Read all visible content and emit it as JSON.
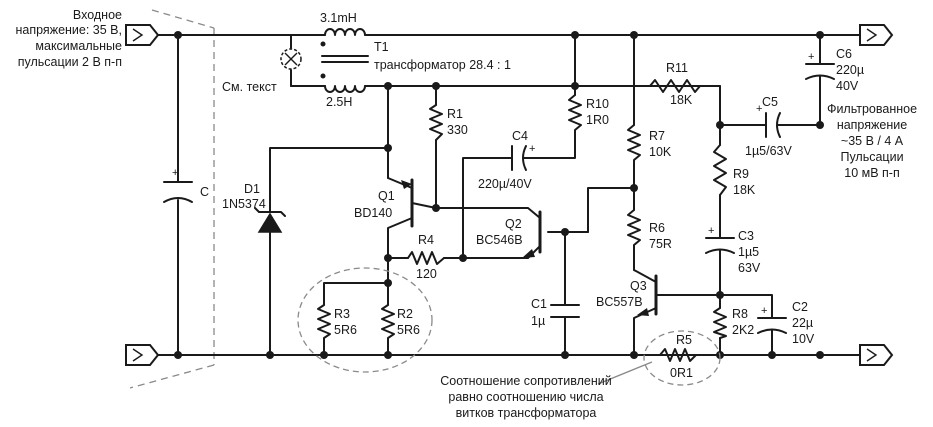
{
  "input": {
    "line1": "Входное",
    "line2": "напряжение: 35 В,",
    "line3": "максимальные",
    "line4": "пульсации 2 В п-п"
  },
  "output": {
    "line1": "Фильтрованное",
    "line2": "напряжение",
    "line3": "~35 В / 4 А",
    "line4": "Пульсации",
    "line5": "10 мВ п-п"
  },
  "note_see_text": "См. текст",
  "transformer": {
    "l1": "3.1mH",
    "l2": "2.5H",
    "name": "T1",
    "desc": "трансформатор 28.4 : 1"
  },
  "components": {
    "C": {
      "name": "C"
    },
    "D1": {
      "name": "D1",
      "part": "1N5374"
    },
    "Q1": {
      "name": "Q1",
      "part": "BD140"
    },
    "Q2": {
      "name": "Q2",
      "part": "BC546B"
    },
    "Q3": {
      "name": "Q3",
      "part": "BC557B"
    },
    "R1": {
      "name": "R1",
      "value": "330"
    },
    "R2": {
      "name": "R2",
      "value": "5R6"
    },
    "R3": {
      "name": "R3",
      "value": "5R6"
    },
    "R4": {
      "name": "R4",
      "value": "120"
    },
    "R5": {
      "name": "R5",
      "value": "0R1"
    },
    "R6": {
      "name": "R6",
      "value": "75R"
    },
    "R7": {
      "name": "R7",
      "value": "10K"
    },
    "R8": {
      "name": "R8",
      "value": "2K2"
    },
    "R9": {
      "name": "R9",
      "value": "18K"
    },
    "R10": {
      "name": "R10",
      "value": "1R0"
    },
    "R11": {
      "name": "R11",
      "value": "18K"
    },
    "C1": {
      "name": "C1",
      "value": "1µ"
    },
    "C2": {
      "name": "C2",
      "value": "22µ",
      "voltage": "10V"
    },
    "C3": {
      "name": "C3",
      "value": "1µ5",
      "voltage": "63V"
    },
    "C4": {
      "name": "C4",
      "value": "220µ/40V"
    },
    "C5": {
      "name": "C5",
      "value": "1µ5/63V"
    },
    "C6": {
      "name": "C6",
      "value": "220µ",
      "voltage": "40V"
    }
  },
  "note_ratio": {
    "line1": "Соотношение сопротивлений",
    "line2": "равно соотношению числа",
    "line3": "витков трансформатора"
  }
}
